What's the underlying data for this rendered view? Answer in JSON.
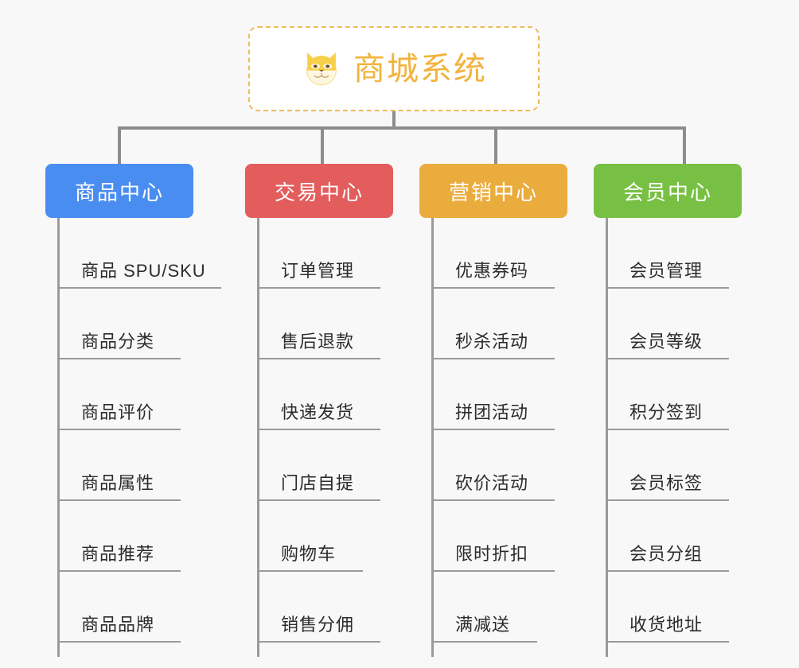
{
  "root": {
    "title": "商城系统",
    "icon": "shiba-dog-icon",
    "border_color": "#f0b95a",
    "text_color": "#f2b33d",
    "background": "#ffffff"
  },
  "canvas": {
    "background": "#f8f8f8",
    "connector_color": "#8d8d8d",
    "rule_color": "#9a9a9a"
  },
  "branches": [
    {
      "label": "商品中心",
      "color": "#4a8df0",
      "items": [
        "商品 SPU/SKU",
        "商品分类",
        "商品评价",
        "商品属性",
        "商品推荐",
        "商品品牌"
      ]
    },
    {
      "label": "交易中心",
      "color": "#e35d5d",
      "items": [
        "订单管理",
        "售后退款",
        "快递发货",
        "门店自提",
        "购物车",
        "销售分佣"
      ]
    },
    {
      "label": "营销中心",
      "color": "#eaac3d",
      "items": [
        "优惠券码",
        "秒杀活动",
        "拼团活动",
        "砍价活动",
        "限时折扣",
        "满减送"
      ]
    },
    {
      "label": "会员中心",
      "color": "#78c043",
      "items": [
        "会员管理",
        "会员等级",
        "积分签到",
        "会员标签",
        "会员分组",
        "收货地址"
      ]
    }
  ]
}
